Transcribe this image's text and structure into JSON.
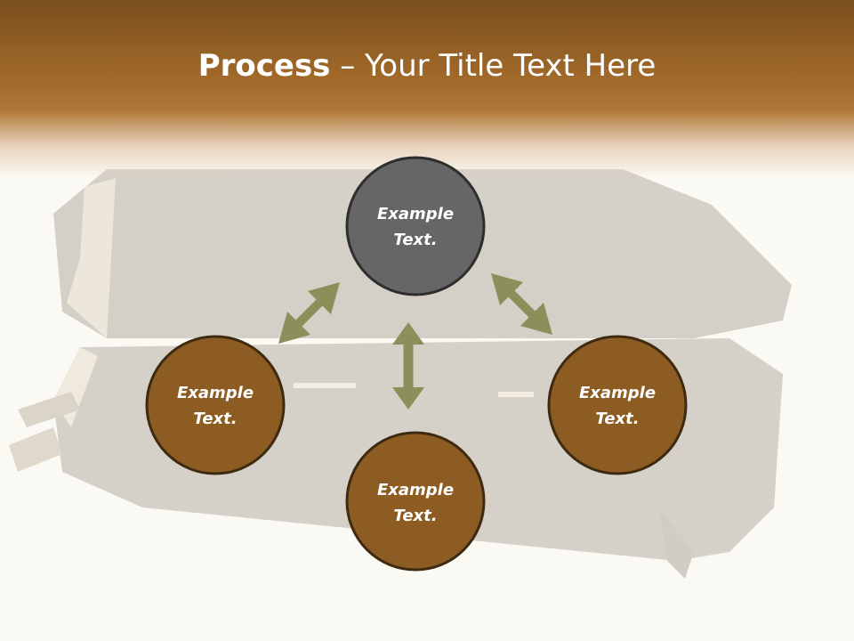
{
  "title": {
    "bold": "Process",
    "rest": " – Your Title Text Here"
  },
  "nodes": [
    {
      "line1": "Example",
      "line2": "Text."
    },
    {
      "line1": "Example",
      "line2": "Text."
    },
    {
      "line1": "Example",
      "line2": "Text."
    },
    {
      "line1": "Example",
      "line2": "Text."
    }
  ],
  "colors": {
    "center_node": "#666666",
    "outer_node": "#8d5c23",
    "arrow": "#8b8f5a",
    "header": "#a26a2a"
  }
}
